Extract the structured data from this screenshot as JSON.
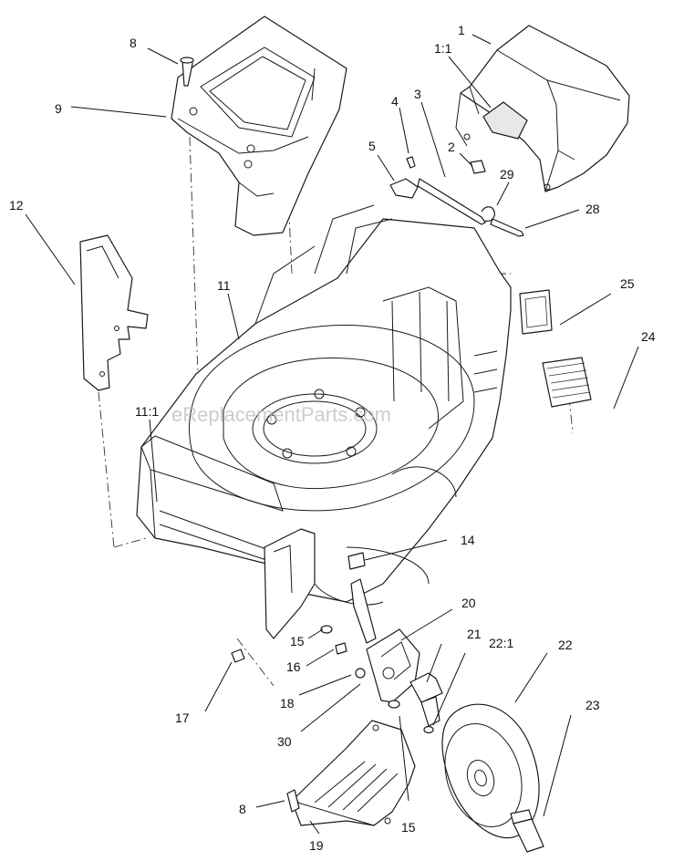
{
  "watermark": "eReplacementParts.com",
  "callouts": [
    {
      "id": "c1",
      "text": "1"
    },
    {
      "id": "c1-1",
      "text": "1:1"
    },
    {
      "id": "c2",
      "text": "2"
    },
    {
      "id": "c3",
      "text": "3"
    },
    {
      "id": "c4",
      "text": "4"
    },
    {
      "id": "c5",
      "text": "5"
    },
    {
      "id": "c8a",
      "text": "8"
    },
    {
      "id": "c8b",
      "text": "8"
    },
    {
      "id": "c9",
      "text": "9"
    },
    {
      "id": "c11",
      "text": "11"
    },
    {
      "id": "c11-1",
      "text": "11:1"
    },
    {
      "id": "c12",
      "text": "12"
    },
    {
      "id": "c14",
      "text": "14"
    },
    {
      "id": "c15a",
      "text": "15"
    },
    {
      "id": "c15b",
      "text": "15"
    },
    {
      "id": "c16",
      "text": "16"
    },
    {
      "id": "c17",
      "text": "17"
    },
    {
      "id": "c18",
      "text": "18"
    },
    {
      "id": "c19",
      "text": "19"
    },
    {
      "id": "c20",
      "text": "20"
    },
    {
      "id": "c21",
      "text": "21"
    },
    {
      "id": "c22",
      "text": "22"
    },
    {
      "id": "c22-1",
      "text": "22:1"
    },
    {
      "id": "c23",
      "text": "23"
    },
    {
      "id": "c24",
      "text": "24"
    },
    {
      "id": "c25",
      "text": "25"
    },
    {
      "id": "c28",
      "text": "28"
    },
    {
      "id": "c29",
      "text": "29"
    },
    {
      "id": "c30",
      "text": "30"
    }
  ]
}
